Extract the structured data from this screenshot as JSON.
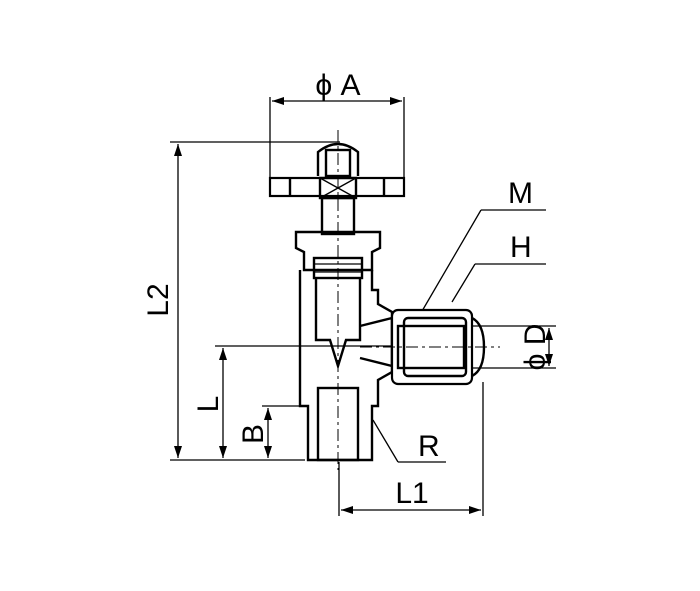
{
  "labels": {
    "phi_a": "ϕ A",
    "l2": "L2",
    "l": "L",
    "b": "B",
    "m": "M",
    "h": "H",
    "phi_d": "ϕ D",
    "r": "R",
    "l1": "L1"
  }
}
